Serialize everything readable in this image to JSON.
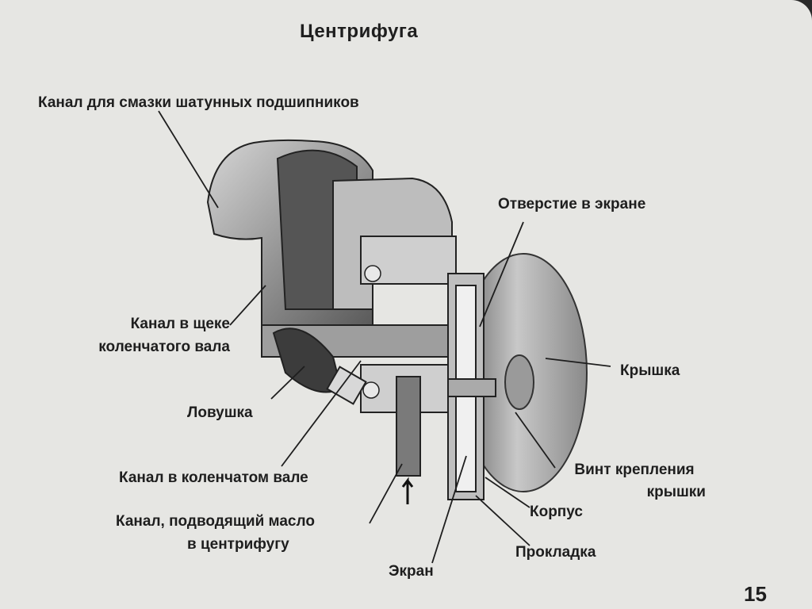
{
  "title": "Центрифуга",
  "page_number": "15",
  "labels": {
    "lubrication_channel": "Канал для смазки шатунных подшипников",
    "screen_hole": "Отверстие в экране",
    "cheek_channel_1": "Канал в щеке",
    "cheek_channel_2": "коленчатого вала",
    "cover": "Крышка",
    "trap": "Ловушка",
    "crankshaft_channel": "Канал в коленчатом вале",
    "cover_screw_1": "Винт крепления",
    "cover_screw_2": "крышки",
    "supply_channel_1": "Канал, подводящий масло",
    "supply_channel_2": "в центрифугу",
    "housing": "Корпус",
    "gasket": "Прокладка",
    "screen": "Экран"
  }
}
